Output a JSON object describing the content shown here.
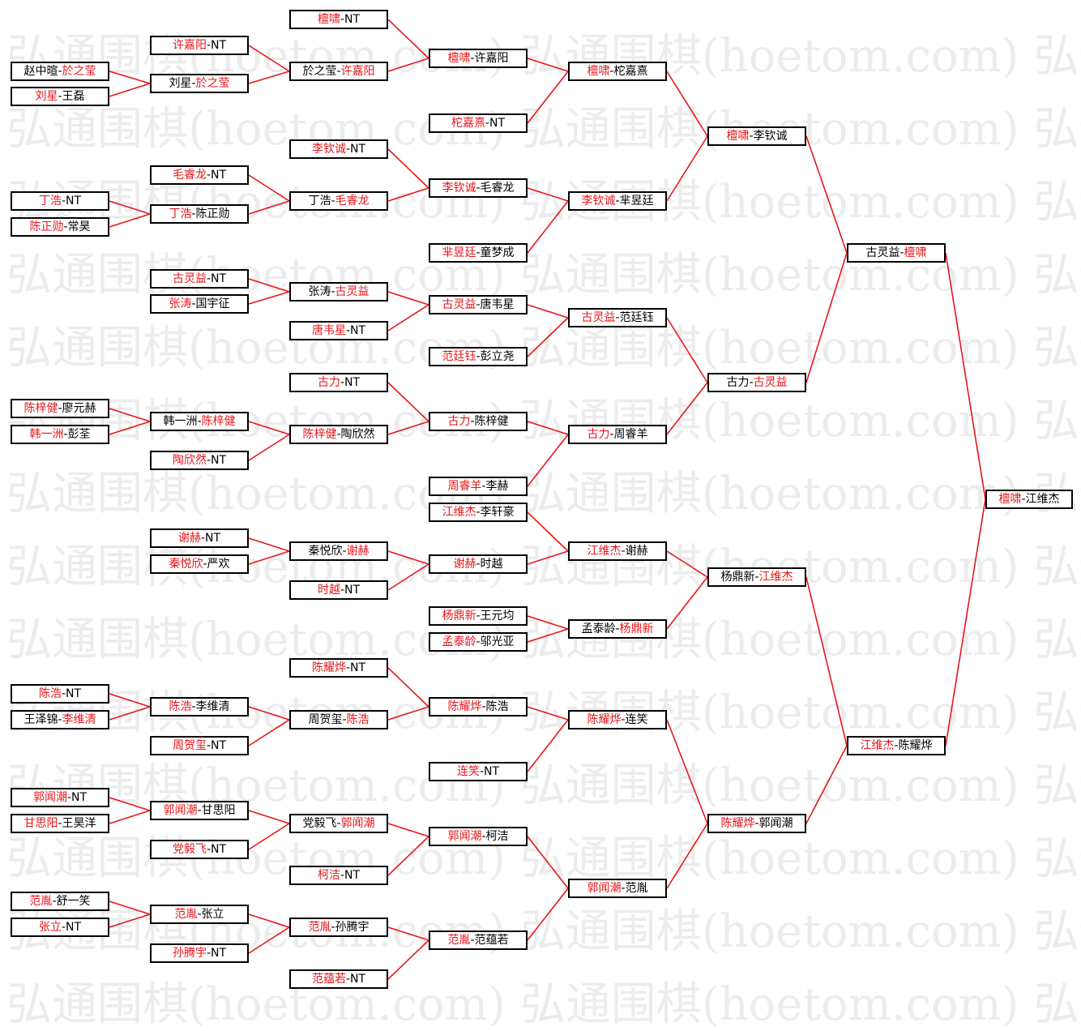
{
  "watermark": "弘通围棋(hoetom.com)",
  "colors": {
    "winner": "#e8161b",
    "text": "#000000",
    "connector": "#e8161b"
  },
  "matches": [
    {
      "id": "r1m1",
      "p1": "赵中暄",
      "p2": "於之莹",
      "w": 2
    },
    {
      "id": "r1m2",
      "p1": "刘星",
      "p2": "王磊",
      "w": 1
    },
    {
      "id": "r1m3",
      "p1": "丁浩",
      "p2": "NT",
      "w": 1
    },
    {
      "id": "r1m4",
      "p1": "陈正勋",
      "p2": "常昊",
      "w": 1
    },
    {
      "id": "r1m5",
      "p1": "陈梓健",
      "p2": "廖元赫",
      "w": 1
    },
    {
      "id": "r1m6",
      "p1": "韩一洲",
      "p2": "彭荃",
      "w": 1
    },
    {
      "id": "r1m7",
      "p1": "陈浩",
      "p2": "NT",
      "w": 1
    },
    {
      "id": "r1m8",
      "p1": "王泽锦",
      "p2": "李维清",
      "w": 2
    },
    {
      "id": "r1m9",
      "p1": "郭闻潮",
      "p2": "NT",
      "w": 1
    },
    {
      "id": "r1m10",
      "p1": "甘思阳",
      "p2": "王昊洋",
      "w": 1
    },
    {
      "id": "r1m11",
      "p1": "范胤",
      "p2": "舒一笑",
      "w": 1
    },
    {
      "id": "r1m12",
      "p1": "张立",
      "p2": "NT",
      "w": 1
    },
    {
      "id": "r2m1",
      "p1": "许嘉阳",
      "p2": "NT",
      "w": 1
    },
    {
      "id": "r2m2",
      "p1": "刘星",
      "p2": "於之莹",
      "w": 2
    },
    {
      "id": "r2m3",
      "p1": "毛睿龙",
      "p2": "NT",
      "w": 1
    },
    {
      "id": "r2m4",
      "p1": "丁浩",
      "p2": "陈正勋",
      "w": 1
    },
    {
      "id": "r2m5",
      "p1": "古灵益",
      "p2": "NT",
      "w": 1
    },
    {
      "id": "r2m6",
      "p1": "张涛",
      "p2": "国宇征",
      "w": 1
    },
    {
      "id": "r2m7",
      "p1": "韩一洲",
      "p2": "陈梓健",
      "w": 2
    },
    {
      "id": "r2m8",
      "p1": "陶欣然",
      "p2": "NT",
      "w": 1
    },
    {
      "id": "r2m9",
      "p1": "谢赫",
      "p2": "NT",
      "w": 1
    },
    {
      "id": "r2m10",
      "p1": "秦悦欣",
      "p2": "严欢",
      "w": 1
    },
    {
      "id": "r2m11",
      "p1": "陈浩",
      "p2": "李维清",
      "w": 1
    },
    {
      "id": "r2m12",
      "p1": "周贺玺",
      "p2": "NT",
      "w": 1
    },
    {
      "id": "r2m13",
      "p1": "郭闻潮",
      "p2": "甘思阳",
      "w": 1
    },
    {
      "id": "r2m14",
      "p1": "党毅飞",
      "p2": "NT",
      "w": 1
    },
    {
      "id": "r2m15",
      "p1": "范胤",
      "p2": "张立",
      "w": 1
    },
    {
      "id": "r2m16",
      "p1": "孙腾宇",
      "p2": "NT",
      "w": 1
    },
    {
      "id": "r3m1",
      "p1": "檀啸",
      "p2": "NT",
      "w": 1
    },
    {
      "id": "r3m2",
      "p1": "於之莹",
      "p2": "许嘉阳",
      "w": 2
    },
    {
      "id": "r3m3",
      "p1": "李钦诚",
      "p2": "NT",
      "w": 1
    },
    {
      "id": "r3m4",
      "p1": "丁浩",
      "p2": "毛睿龙",
      "w": 2
    },
    {
      "id": "r3m5",
      "p1": "张涛",
      "p2": "古灵益",
      "w": 2
    },
    {
      "id": "r3m6",
      "p1": "唐韦星",
      "p2": "NT",
      "w": 1
    },
    {
      "id": "r3m7",
      "p1": "古力",
      "p2": "NT",
      "w": 1
    },
    {
      "id": "r3m8",
      "p1": "陈梓健",
      "p2": "陶欣然",
      "w": 1
    },
    {
      "id": "r3m9",
      "p1": "秦悦欣",
      "p2": "谢赫",
      "w": 2
    },
    {
      "id": "r3m10",
      "p1": "时越",
      "p2": "NT",
      "w": 1
    },
    {
      "id": "r3m11",
      "p1": "陈耀烨",
      "p2": "NT",
      "w": 1
    },
    {
      "id": "r3m12",
      "p1": "周贺玺",
      "p2": "陈浩",
      "w": 2
    },
    {
      "id": "r3m13",
      "p1": "党毅飞",
      "p2": "郭闻潮",
      "w": 2
    },
    {
      "id": "r3m14",
      "p1": "柯洁",
      "p2": "NT",
      "w": 1
    },
    {
      "id": "r3m15",
      "p1": "范胤",
      "p2": "孙腾宇",
      "w": 1
    },
    {
      "id": "r3m16",
      "p1": "范蕴若",
      "p2": "NT",
      "w": 1
    },
    {
      "id": "r4m1",
      "p1": "檀啸",
      "p2": "许嘉阳",
      "w": 1
    },
    {
      "id": "r4m2",
      "p1": "柁嘉熹",
      "p2": "NT",
      "w": 1
    },
    {
      "id": "r4m3",
      "p1": "李钦诚",
      "p2": "毛睿龙",
      "w": 1
    },
    {
      "id": "r4m4",
      "p1": "芈昱廷",
      "p2": "童梦成",
      "w": 1
    },
    {
      "id": "r4m5",
      "p1": "古灵益",
      "p2": "唐韦星",
      "w": 1
    },
    {
      "id": "r4m6",
      "p1": "范廷钰",
      "p2": "彭立尧",
      "w": 1
    },
    {
      "id": "r4m7",
      "p1": "古力",
      "p2": "陈梓健",
      "w": 1
    },
    {
      "id": "r4m8",
      "p1": "周睿羊",
      "p2": "李赫",
      "w": 1
    },
    {
      "id": "r4m9",
      "p1": "江维杰",
      "p2": "李轩豪",
      "w": 1
    },
    {
      "id": "r4m10",
      "p1": "谢赫",
      "p2": "时越",
      "w": 1
    },
    {
      "id": "r4m11",
      "p1": "杨鼎新",
      "p2": "王元均",
      "w": 1
    },
    {
      "id": "r4m12",
      "p1": "孟泰龄",
      "p2": "邬光亚",
      "w": 1
    },
    {
      "id": "r4m13",
      "p1": "陈耀烨",
      "p2": "陈浩",
      "w": 1
    },
    {
      "id": "r4m14",
      "p1": "连笑",
      "p2": "NT",
      "w": 1
    },
    {
      "id": "r4m15",
      "p1": "郭闻潮",
      "p2": "柯洁",
      "w": 1
    },
    {
      "id": "r4m16",
      "p1": "范胤",
      "p2": "范蕴若",
      "w": 1
    },
    {
      "id": "r5m1",
      "p1": "檀啸",
      "p2": "柁嘉熹",
      "w": 1
    },
    {
      "id": "r5m2",
      "p1": "李钦诚",
      "p2": "芈昱廷",
      "w": 1
    },
    {
      "id": "r5m3",
      "p1": "古灵益",
      "p2": "范廷钰",
      "w": 1
    },
    {
      "id": "r5m4",
      "p1": "古力",
      "p2": "周睿羊",
      "w": 1
    },
    {
      "id": "r5m5",
      "p1": "江维杰",
      "p2": "谢赫",
      "w": 1
    },
    {
      "id": "r5m6",
      "p1": "孟泰龄",
      "p2": "杨鼎新",
      "w": 2
    },
    {
      "id": "r5m7",
      "p1": "陈耀烨",
      "p2": "连笑",
      "w": 1
    },
    {
      "id": "r5m8",
      "p1": "郭闻潮",
      "p2": "范胤",
      "w": 1
    },
    {
      "id": "r6m1",
      "p1": "檀啸",
      "p2": "李钦诚",
      "w": 1
    },
    {
      "id": "r6m2",
      "p1": "古力",
      "p2": "古灵益",
      "w": 2
    },
    {
      "id": "r6m3",
      "p1": "杨鼎新",
      "p2": "江维杰",
      "w": 2
    },
    {
      "id": "r6m4",
      "p1": "陈耀烨",
      "p2": "郭闻潮",
      "w": 1
    },
    {
      "id": "r7m1",
      "p1": "古灵益",
      "p2": "檀啸",
      "w": 2
    },
    {
      "id": "r7m2",
      "p1": "江维杰",
      "p2": "陈耀烨",
      "w": 1
    },
    {
      "id": "r8m1",
      "p1": "檀啸",
      "p2": "江维杰",
      "w": 1
    }
  ]
}
